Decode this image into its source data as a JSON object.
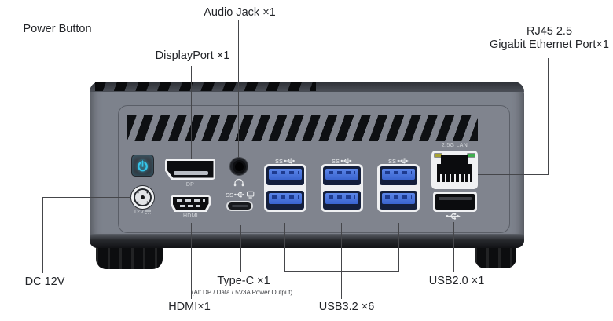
{
  "callouts": {
    "power_button": "Power Button",
    "displayport": "DisplayPort ×1",
    "audio_jack": "Audio Jack ×1",
    "rj45_line1": "RJ45 2.5",
    "rj45_line2": "Gigabit Ethernet Port×1",
    "dc_12v": "DC 12V",
    "hdmi": "HDMI×1",
    "type_c": "Type-C ×1",
    "type_c_sub": "(Alt DP / Data / 5V3A Power Output)",
    "usb32": "USB3.2 ×6",
    "usb20": "USB2.0 ×1"
  },
  "device": {
    "ss_label": "SS",
    "port_labels": {
      "dp": "DP",
      "hdmi": "HDMI",
      "dc": "12V",
      "lan": "2.5G LAN"
    },
    "colors": {
      "power_accent": "#35c5ea",
      "usb_blue": "#3e64cf",
      "led_green": "#3fae4e",
      "led_amber": "#a8a335",
      "case_gray": "#7d828c"
    }
  }
}
